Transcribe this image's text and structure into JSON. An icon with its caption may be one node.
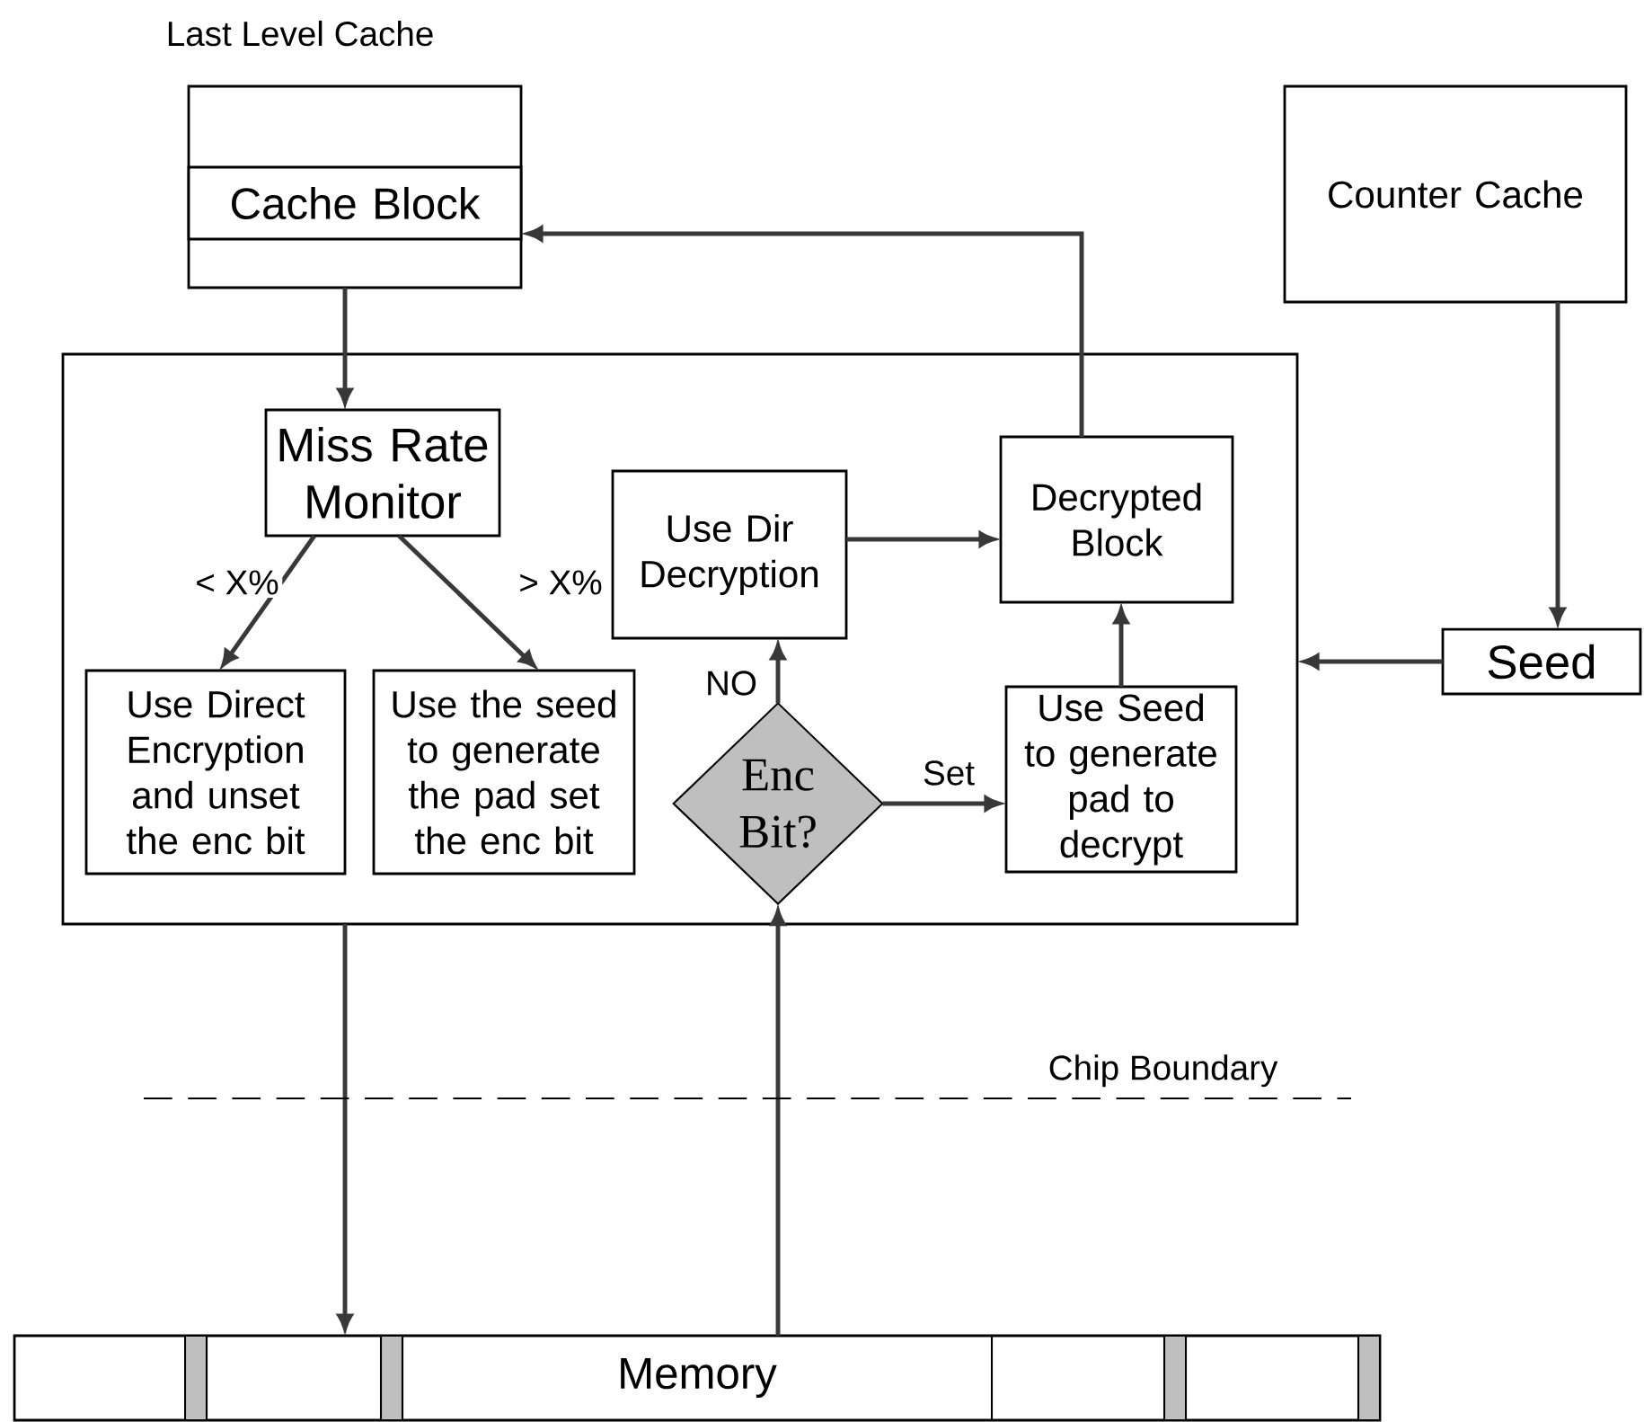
{
  "diagram": {
    "nodes": [
      {
        "text": [
          "Last Level Cache"
        ]
      },
      {
        "text": [
          "Cache Block"
        ],
        "in": 0
      },
      {
        "text": [
          "Counter Cache"
        ]
      },
      {
        "text": [],
        "shape": "box"
      },
      {
        "text": [
          "Miss Rate Monitor"
        ],
        "in": 3
      },
      {
        "text": [
          "Use Direct Encryption and unset the enc bit"
        ],
        "in": 3
      },
      {
        "text": [
          "Use the seed to generate the pad set the enc bit"
        ],
        "in": 3
      },
      {
        "text": [
          "Use Dir Decryption"
        ],
        "in": 3
      },
      {
        "text": [
          "Decrypted Block"
        ],
        "in": 3
      },
      {
        "text": [
          "Enc Bit?"
        ],
        "in": 3
      },
      {
        "text": [
          "Use Seed to generate pad to decrypt"
        ],
        "in": 3
      },
      {
        "text": [
          "Seed"
        ]
      },
      {
        "text": [
          "Memory"
        ]
      }
    ],
    "edges": [
      {
        "from": 0,
        "to": 4,
        "arrow": "to"
      },
      {
        "from": 4,
        "to": 5,
        "arrow": "to",
        "label": "< X%"
      },
      {
        "from": 4,
        "to": 6,
        "arrow": "to",
        "label": "> X%"
      },
      {
        "from": 7,
        "to": 8,
        "arrow": "to"
      },
      {
        "from": 9,
        "to": 7,
        "arrow": "to",
        "label": "NO"
      },
      {
        "from": 9,
        "to": 10,
        "arrow": "to",
        "label": "Set"
      },
      {
        "from": 10,
        "to": 8,
        "arrow": "to"
      },
      {
        "from": 8,
        "to": 1,
        "arrow": "to"
      },
      {
        "from": 2,
        "to": 11,
        "arrow": "to"
      },
      {
        "from": 11,
        "to": 3,
        "arrow": "to"
      },
      {
        "from": 3,
        "to": 12,
        "arrow": "to"
      },
      {
        "from": 12,
        "to": 9,
        "arrow": "to"
      }
    ],
    "labels": [
      "Chip Boundary"
    ]
  }
}
